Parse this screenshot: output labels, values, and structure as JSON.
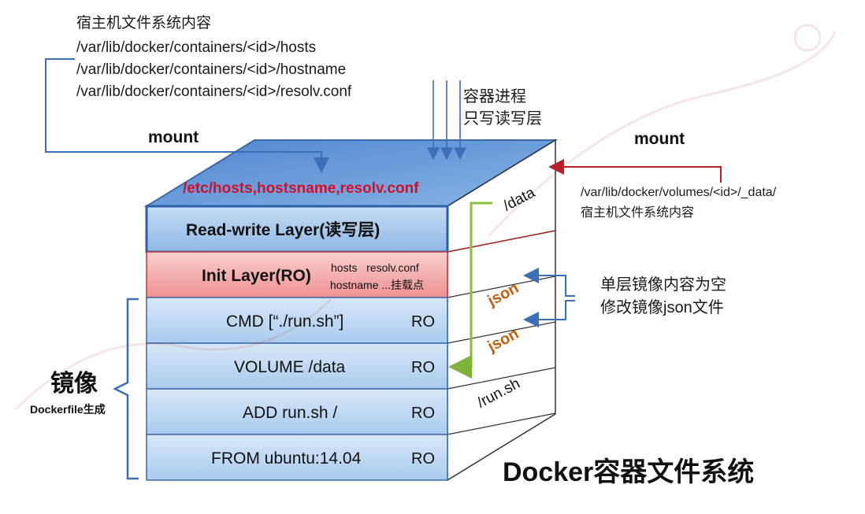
{
  "host_files": {
    "title": "宿主机文件系统内容",
    "paths": [
      "/var/lib/docker/containers/<id>/hosts",
      "/var/lib/docker/containers/<id>/hostname",
      "/var/lib/docker/containers/<id>/resolv.conf"
    ]
  },
  "mount_left": "mount",
  "mount_right": "mount",
  "container_process": [
    "容器进程",
    "只写读写层"
  ],
  "top_face_files": "/etc/hosts,hostsname,resolv.conf",
  "volume": {
    "path": "/var/lib/docker/volumes/<id>/_data/",
    "desc": "宿主机文件系统内容",
    "side_label": "/data"
  },
  "layers": {
    "rw": "Read-write Layer(读写层)",
    "init": {
      "label": "Init Layer(RO)",
      "files_line1": "hosts   resolv.conf",
      "files_line2": "hostname ...挂载点"
    },
    "image": [
      {
        "label": "CMD [“./run.sh”]",
        "tag": "RO"
      },
      {
        "label": "VOLUME /data",
        "tag": "RO"
      },
      {
        "label": "ADD run.sh /",
        "tag": "RO"
      },
      {
        "label": "FROM ubuntu:14.04",
        "tag": "RO"
      }
    ]
  },
  "side_labels": {
    "json1": "json",
    "json2": "json",
    "run_sh": "/run.sh"
  },
  "empty_layer_note": [
    "单层镜像内容为空",
    "修改镜像json文件"
  ],
  "image_brace": {
    "title": "镜像",
    "subtitle": "Dockerfile生成"
  },
  "main_title": "Docker容器文件系统",
  "colors": {
    "layer_blue": "#b9d6f2",
    "init_red": "#f4a9a9",
    "top_blue": "#5b8fd4",
    "arrow_blue": "#3b6fb8",
    "arrow_red": "#b8202a",
    "arrow_green": "#8cbf3f",
    "json_orange": "#c06010"
  }
}
